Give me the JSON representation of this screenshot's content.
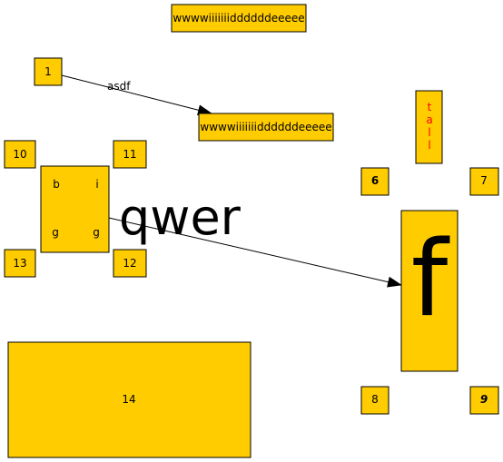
{
  "colors": {
    "node_fill": "#ffcc00",
    "node_stroke": "#000000",
    "tall_text": "#ff0000",
    "text": "#000000"
  },
  "nodes": {
    "n1": "1",
    "n6": "6",
    "n7": "7",
    "n8": "8",
    "n9": "9",
    "n10": "10",
    "n11": "11",
    "n12": "12",
    "n13": "13",
    "n14": "14",
    "wide_top": "wwwwiiiiiiiddddddeeeee",
    "wide_mid": "wwwwiiiiiiiddddddeeeee",
    "big_f": "f",
    "tall": [
      "t",
      "a",
      "l",
      "l"
    ],
    "big_box": {
      "tl": "b",
      "tr": "i",
      "bl": "g",
      "br": "g"
    }
  },
  "edges": {
    "e1": {
      "label": "asdf"
    },
    "e2": {
      "label": "qwer"
    }
  }
}
